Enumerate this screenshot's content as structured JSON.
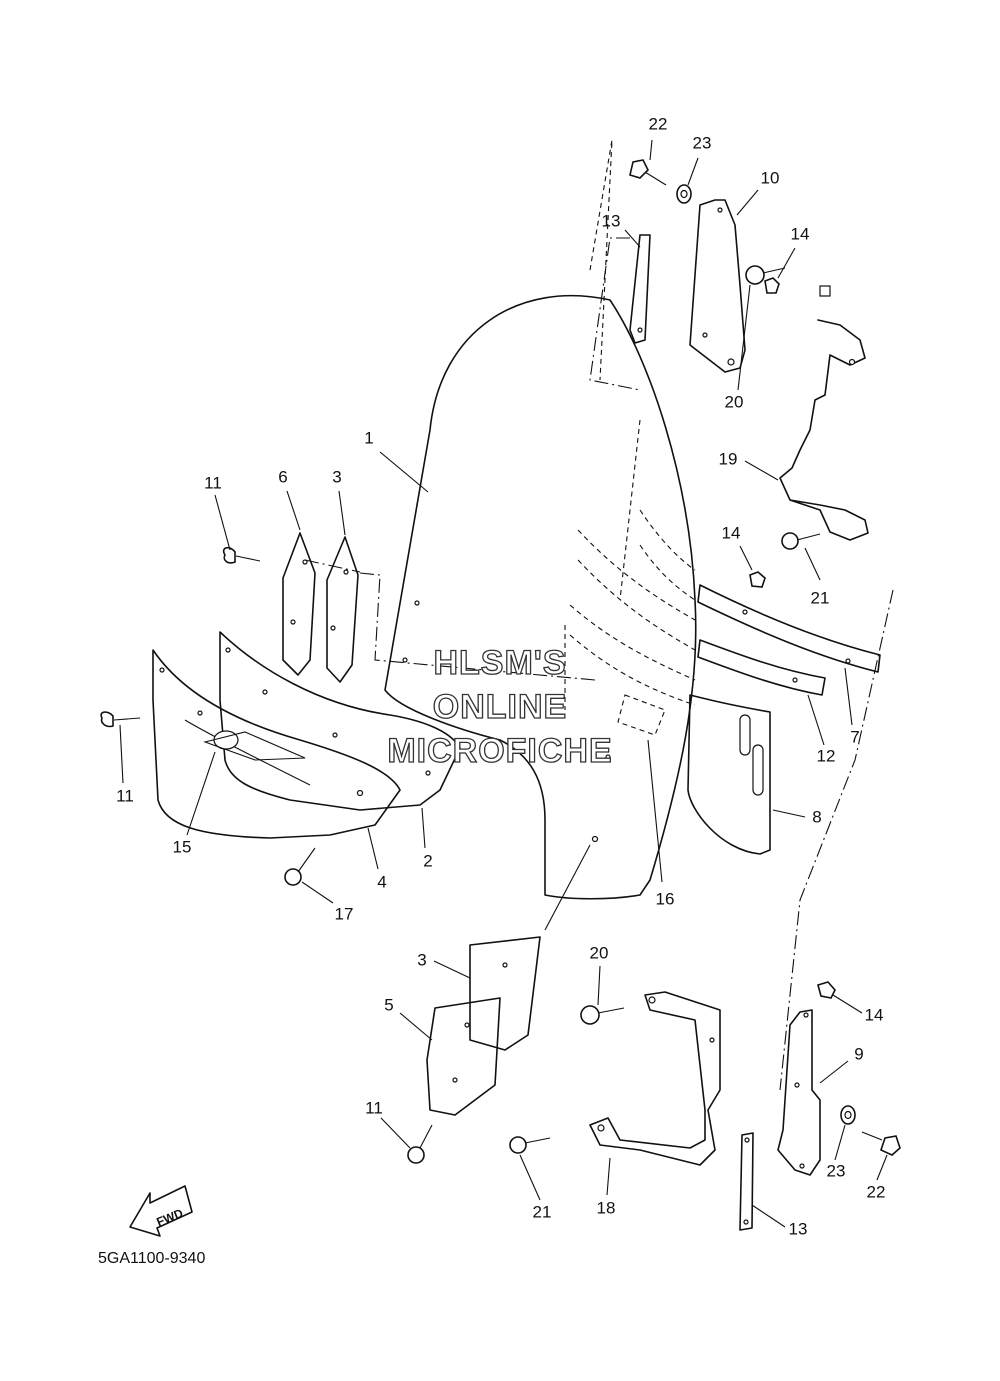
{
  "diagram_code": "5GA1100-9340",
  "watermark": {
    "line1": "HLSM'S",
    "line2": "ONLINE",
    "line3": "MICROFICHE"
  },
  "fwd_label": "FWD",
  "callouts": [
    "22",
    "23",
    "10",
    "13",
    "14",
    "20",
    "19",
    "1",
    "11",
    "6",
    "3",
    "14",
    "21",
    "7",
    "12",
    "8",
    "11",
    "15",
    "4",
    "2",
    "17",
    "16",
    "3",
    "5",
    "20",
    "14",
    "9",
    "11",
    "23",
    "22",
    "21",
    "18",
    "13"
  ]
}
